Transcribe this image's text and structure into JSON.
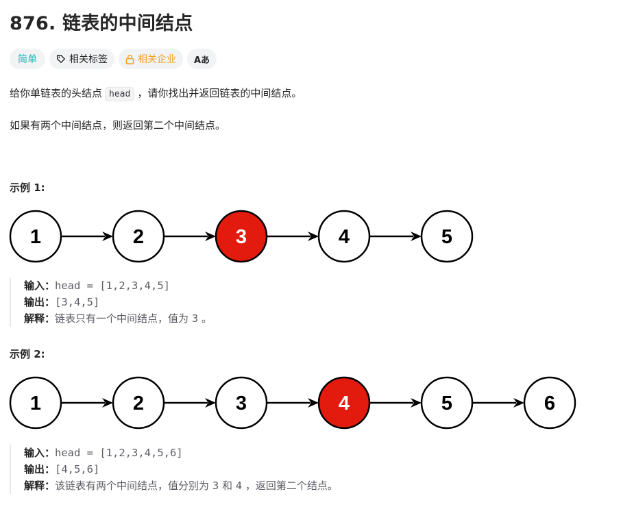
{
  "problem": {
    "title": "876. 链表的中间结点",
    "tags": {
      "difficulty": "简单",
      "related_tags": "相关标签",
      "related_companies": "相关企业",
      "translate_icon": "Aあ"
    },
    "description": {
      "p1_before": "给你单链表的头结点",
      "p1_code": "head",
      "p1_after": "，请你找出并返回链表的中间结点。",
      "p2": "如果有两个中间结点，则返回第二个中间结点。"
    }
  },
  "examples": [
    {
      "title": "示例 1:",
      "nodes": [
        "1",
        "2",
        "3",
        "4",
        "5"
      ],
      "highlight_index": 2,
      "input_label": "输入：",
      "input_value": "head = [1,2,3,4,5]",
      "output_label": "输出：",
      "output_value": "[3,4,5]",
      "explain_label": "解释：",
      "explain_parts": [
        "链表只有一个中间结点，值为",
        "3",
        "。"
      ]
    },
    {
      "title": "示例 2:",
      "nodes": [
        "1",
        "2",
        "3",
        "4",
        "5",
        "6"
      ],
      "highlight_index": 3,
      "input_label": "输入：",
      "input_value": "head = [1,2,3,4,5,6]",
      "output_label": "输出：",
      "output_value": "[4,5,6]",
      "explain_label": "解释：",
      "explain_parts": [
        "该链表有两个中间结点，值分别为",
        "3",
        "和",
        "4",
        "，返回第二个结点。"
      ]
    }
  ],
  "colors": {
    "highlight_node": "#e31a0e",
    "normal_node": "#ffffff",
    "difficulty_easy": "#1cb8b8",
    "company_tag": "#f0a020"
  }
}
